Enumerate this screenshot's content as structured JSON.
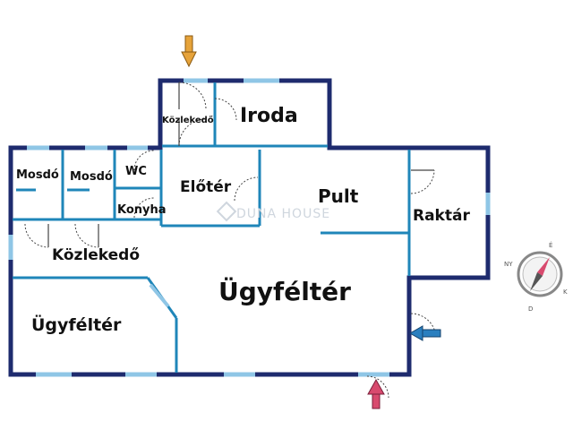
{
  "rooms": {
    "kozlekedo_top": "Közlekedő",
    "iroda": "Iroda",
    "mosdo_1": "Mosdó",
    "mosdo_2": "Mosdó",
    "wc": "WC",
    "eloter": "Előtér",
    "konyha": "Konyha",
    "pult": "Pult",
    "raktar": "Raktár",
    "kozlekedo": "Közlekedő",
    "ugyfelter_main": "Ügyféltér",
    "ugyfelter_left": "Ügyféltér"
  },
  "watermark": "DUNA HOUSE",
  "compass": {
    "letters": [
      "É",
      "K",
      "D",
      "NY"
    ]
  },
  "colors": {
    "outer_wall": "#1e2b6e",
    "inner_wall": "#1f86b9",
    "window": "#8fc6e6",
    "arrow_top": "#e6a33a",
    "arrow_bottom": "#d84a6e",
    "arrow_right": "#2a7fbf"
  }
}
